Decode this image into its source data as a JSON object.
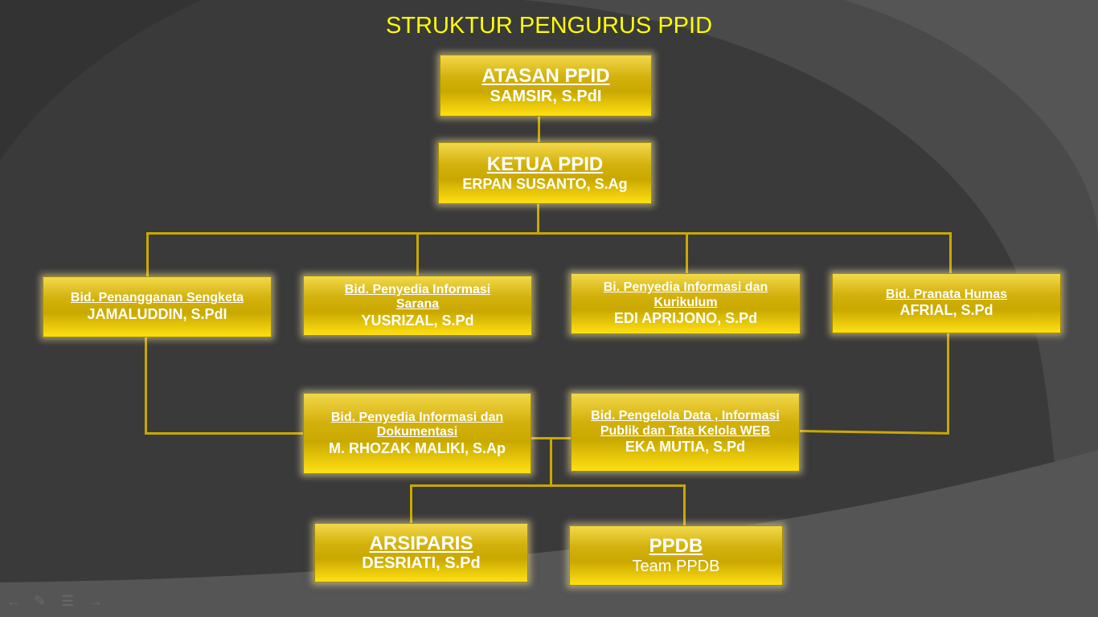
{
  "title": "STRUKTUR PENGURUS PPID",
  "atasan": {
    "role": "ATASAN PPID",
    "name": "SAMSIR, S.PdI"
  },
  "ketua": {
    "role": "KETUA PPID",
    "name": "ERPAN SUSANTO, S.Ag"
  },
  "bidang": [
    {
      "role": "Bid. Penangganan  Sengketa",
      "name": "JAMALUDDIN, S.PdI"
    },
    {
      "role": "Bid. Penyedia  Informasi Sarana",
      "name": "YUSRIZAL, S.Pd"
    },
    {
      "role": "Bi. Penyedia  Informasi  dan Kurikulum",
      "name": "EDI APRIJONO, S.Pd"
    },
    {
      "role": "Bid. Pranata  Humas",
      "name": "AFRIAL, S.Pd"
    },
    {
      "role": "Bid. Penyedia  Informasi  dan Dokumentasi",
      "name": "M. RHOZAK MALIKI, S.Ap"
    },
    {
      "role": "Bid. Pengelola  Data  , Informasi Publik  dan  Tata Kelola WEB",
      "name": "EKA MUTIA, S.Pd"
    }
  ],
  "arsiparis": {
    "role": "ARSIPARIS",
    "name": "DESRIATI, S.Pd"
  },
  "ppdb": {
    "role": "PPDB",
    "name": "Team PPDB"
  },
  "nav": {
    "prev": "←",
    "pen": "✎",
    "menu": "☰",
    "next": "→"
  }
}
